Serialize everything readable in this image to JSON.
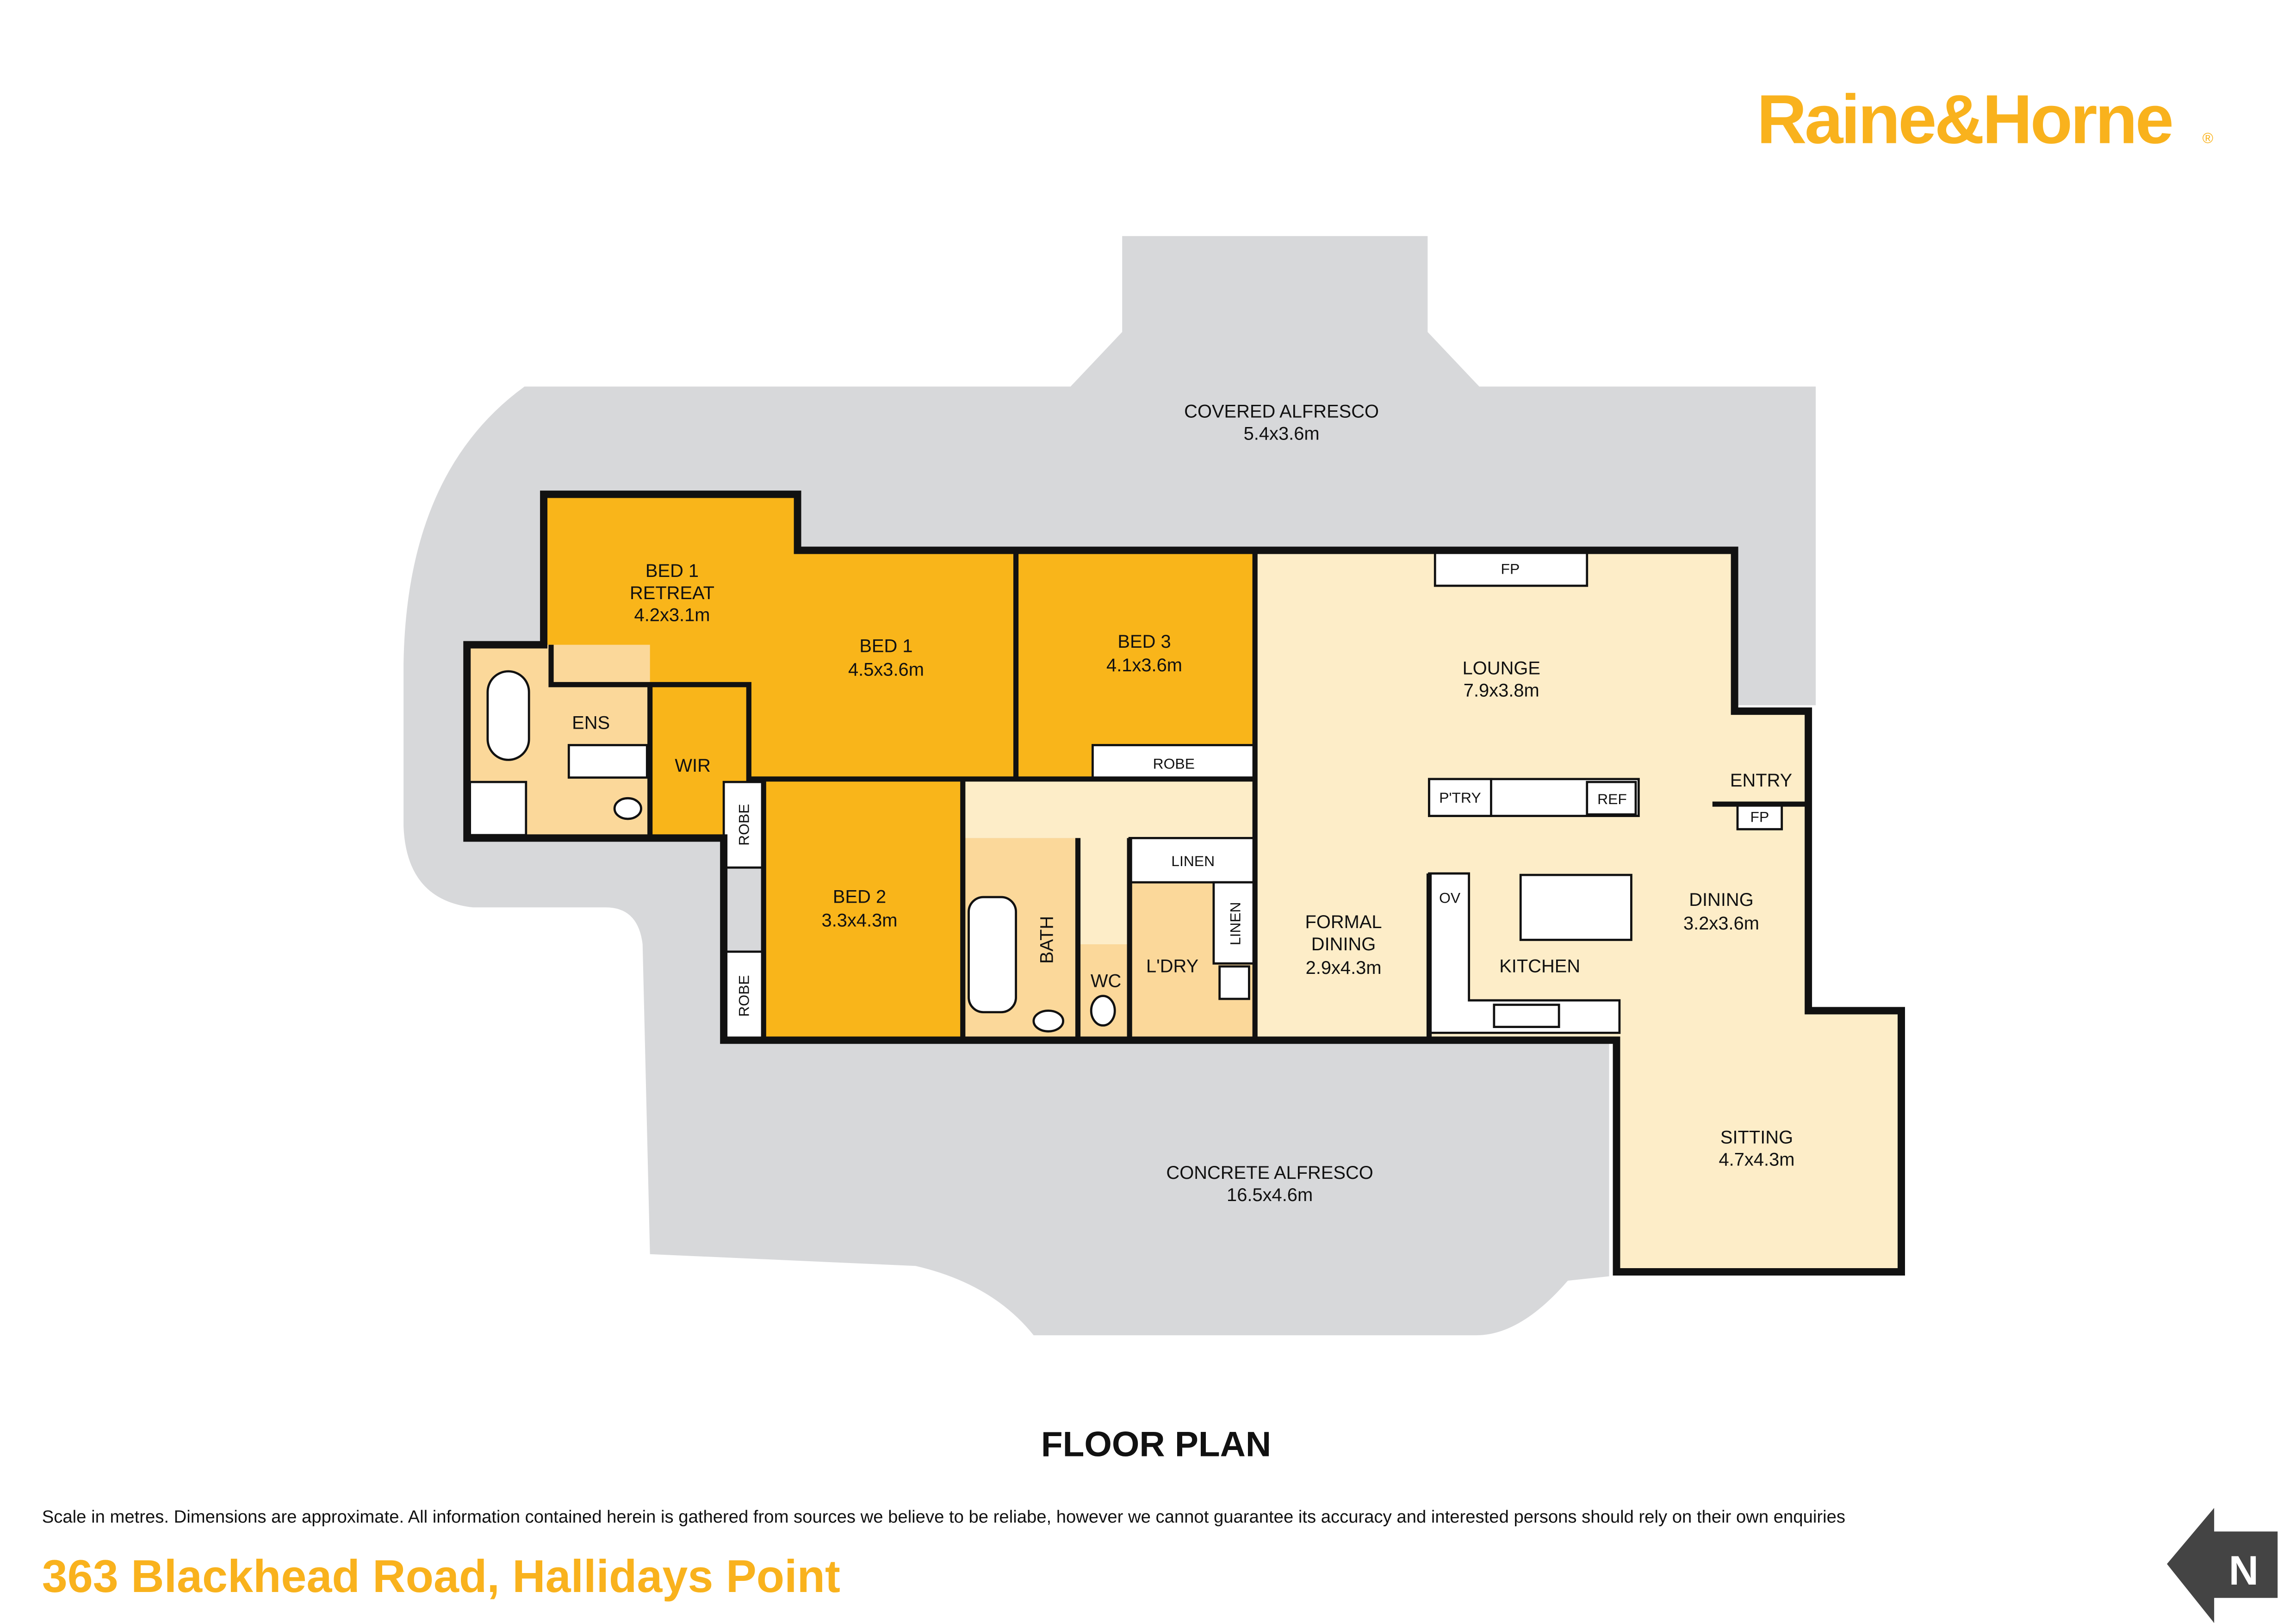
{
  "brand": {
    "name": "Raine&Horne",
    "registered": "®",
    "color": "#f9b21d"
  },
  "colors": {
    "outdoor": "#d7d8da",
    "bedroom": "#f9b51a",
    "living": "#fdedc8",
    "wet": "#fbd89a",
    "wall": "#111111"
  },
  "rooms": {
    "covered_alfresco": {
      "name": "COVERED ALFRESCO",
      "dims": "5.4x3.6m"
    },
    "bed1_retreat": {
      "name1": "BED 1",
      "name2": "RETREAT",
      "dims": "4.2x3.1m"
    },
    "bed1": {
      "name": "BED 1",
      "dims": "4.5x3.6m"
    },
    "bed3": {
      "name": "BED 3",
      "dims": "4.1x3.6m"
    },
    "lounge": {
      "name": "LOUNGE",
      "dims": "7.9x3.8m"
    },
    "ens": {
      "name": "ENS"
    },
    "wir": {
      "name": "WIR"
    },
    "bed2": {
      "name": "BED 2",
      "dims": "3.3x4.3m"
    },
    "bath": {
      "name": "BATH"
    },
    "wc": {
      "name": "WC"
    },
    "laundry": {
      "name": "L'DRY"
    },
    "formal_dining": {
      "name1": "FORMAL",
      "name2": "DINING",
      "dims": "2.9x4.3m"
    },
    "kitchen": {
      "name": "KITCHEN"
    },
    "dining": {
      "name": "DINING",
      "dims": "3.2x3.6m"
    },
    "entry": {
      "name": "ENTRY"
    },
    "sitting": {
      "name": "SITTING",
      "dims": "4.7x4.3m"
    },
    "concrete_alfresco": {
      "name": "CONCRETE ALFRESCO",
      "dims": "16.5x4.6m"
    }
  },
  "fixtures": {
    "fp_lounge": "FP",
    "fp_entry": "FP",
    "robe_bed3": "ROBE",
    "robe_bed2_top": "ROBE",
    "robe_bed2_bottom": "ROBE",
    "linen1": "LINEN",
    "linen2": "LINEN",
    "pantry": "P'TRY",
    "ref": "REF",
    "oven": "OV"
  },
  "title": "FLOOR PLAN",
  "disclaimer": "Scale in metres. Dimensions are approximate. All information contained herein is gathered from sources we believe to be reliabe, however we cannot guarantee its accuracy and interested persons should rely on their own enquiries",
  "address": "363 Blackhead Road, Hallidays Point",
  "north_label": "N"
}
